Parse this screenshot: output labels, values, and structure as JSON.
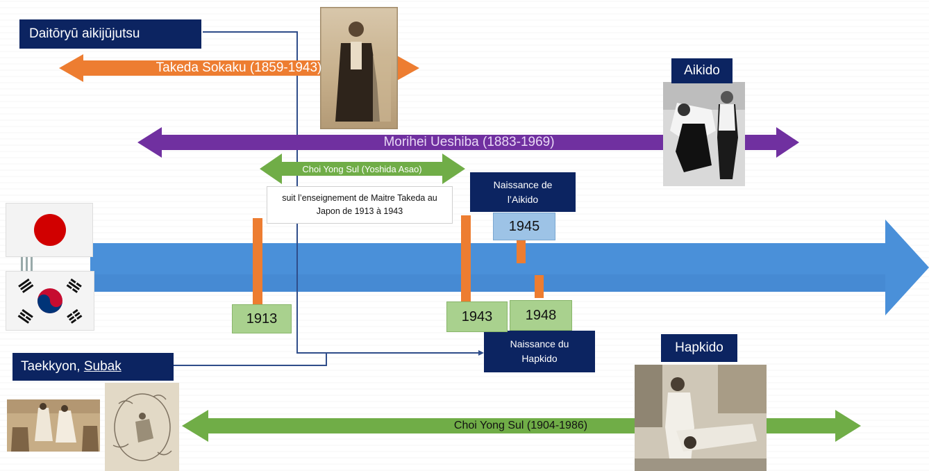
{
  "colors": {
    "orange": "#ed7d31",
    "purple": "#7030a0",
    "green": "#70ad47",
    "navy": "#0c2461",
    "timeline_blue": "#4a90d9",
    "year_green": "#a9d18e",
    "year_blue": "#9dc3e6",
    "connector": "#2f4d8a"
  },
  "labels": {
    "daitoryu": "Daitōryū aikijūjutsu",
    "aikido": "Aikido",
    "hapkido": "Hapkido",
    "taekkyon": "Taekkyon, ",
    "subak": "Subak",
    "naissance_aikido": "Naissance de l’Aikido",
    "naissance_hapkido": "Naissance du Hapkido"
  },
  "arrows": {
    "takeda": "Takeda Sokaku (1859-1943)",
    "ueshiba": "Morihei Ueshiba (1883-1969)",
    "choi_yoshida": "Choi Yong Sul (Yoshida Asao)",
    "choi_lifetime": "Choi Yong Sul (1904-1986)"
  },
  "note": "suit l’enseignement de Maitre Takeda au Japon de 1913 à 1943",
  "years": {
    "y1913": "1913",
    "y1943": "1943",
    "y1945": "1945",
    "y1948": "1948"
  },
  "photos": {
    "takeda_portrait": "portrait-photo",
    "aikido_photo": "aikido-throw-photo",
    "hapkido_photo": "hapkido-throw-photo",
    "taekkyon_photo": "taekkyon-photo",
    "subak_painting": "subak-painting"
  },
  "flags": {
    "japan": "japan-flag",
    "korea": "korea-flag"
  }
}
